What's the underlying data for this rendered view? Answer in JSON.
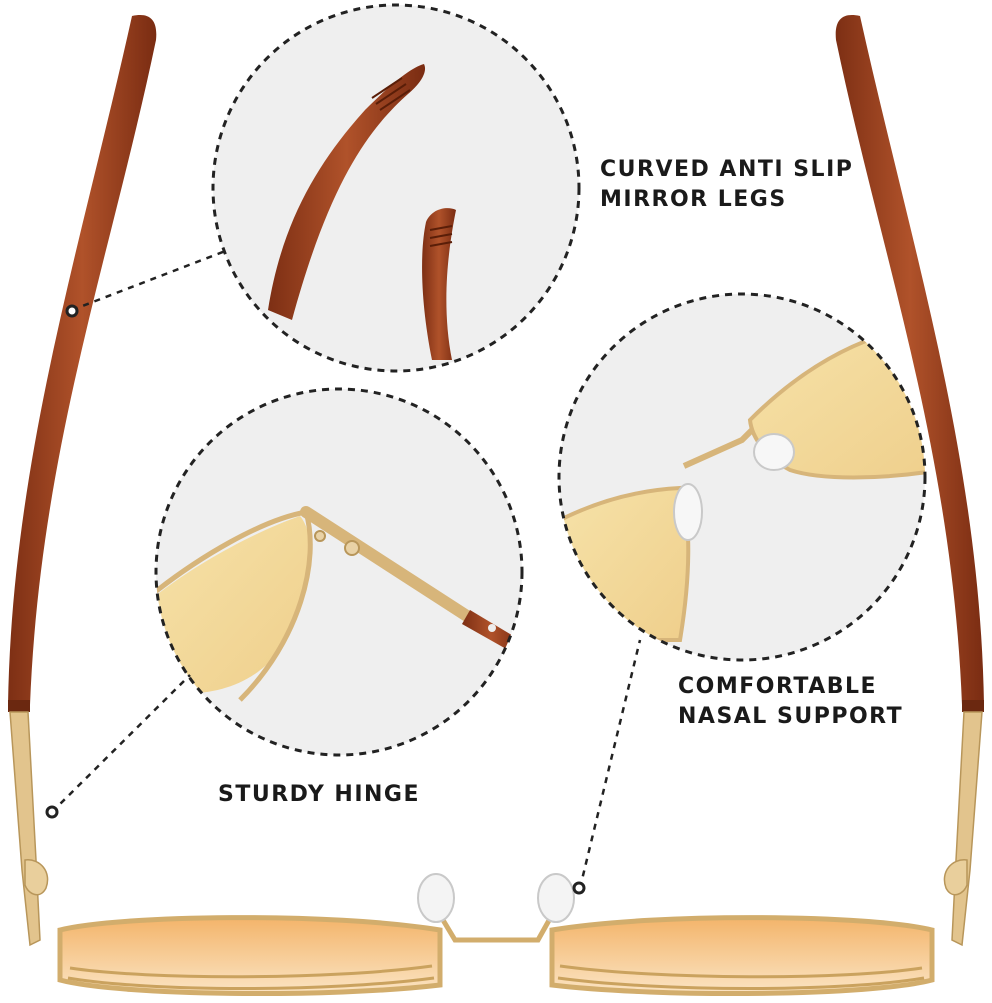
{
  "callouts": {
    "legs": {
      "line1": "CURVED ANTI SLIP",
      "line2": "MIRROR LEGS"
    },
    "nasal": {
      "line1": "COMFORTABLE",
      "line2": "NASAL SUPPORT"
    },
    "hinge": {
      "line1": "STURDY HINGE"
    }
  },
  "colors": {
    "temple_brown": "#9a3f1f",
    "frame_gold": "#d9b679",
    "lens_amber": "#f3d9a1",
    "lens_orange": "#f2b56c",
    "detail_bg": "#efefef",
    "outline_dark": "#222222"
  }
}
